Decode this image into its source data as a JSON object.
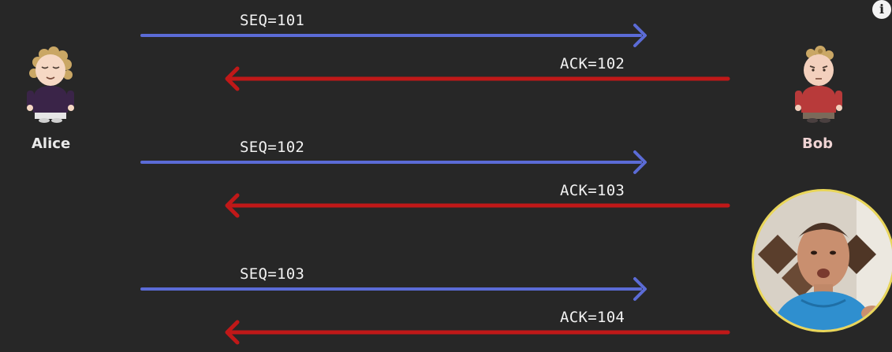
{
  "actors": {
    "alice": {
      "name": "Alice",
      "color": "#3a2448"
    },
    "bob": {
      "name": "Bob",
      "color": "#b83a3a"
    }
  },
  "messages": [
    {
      "label": "SEQ=101",
      "direction": "alice-to-bob",
      "color": "#5b6bd6"
    },
    {
      "label": "ACK=102",
      "direction": "bob-to-alice",
      "color": "#c01818"
    },
    {
      "label": "SEQ=102",
      "direction": "alice-to-bob",
      "color": "#5b6bd6"
    },
    {
      "label": "ACK=103",
      "direction": "bob-to-alice",
      "color": "#c01818"
    },
    {
      "label": "SEQ=103",
      "direction": "alice-to-bob",
      "color": "#5b6bd6"
    },
    {
      "label": "ACK=104",
      "direction": "bob-to-alice",
      "color": "#c01818"
    }
  ],
  "overlay": {
    "info_icon": "info-icon",
    "info_glyph": "i",
    "webcam": "presenter-webcam",
    "webcam_border": "#e9d65a"
  }
}
